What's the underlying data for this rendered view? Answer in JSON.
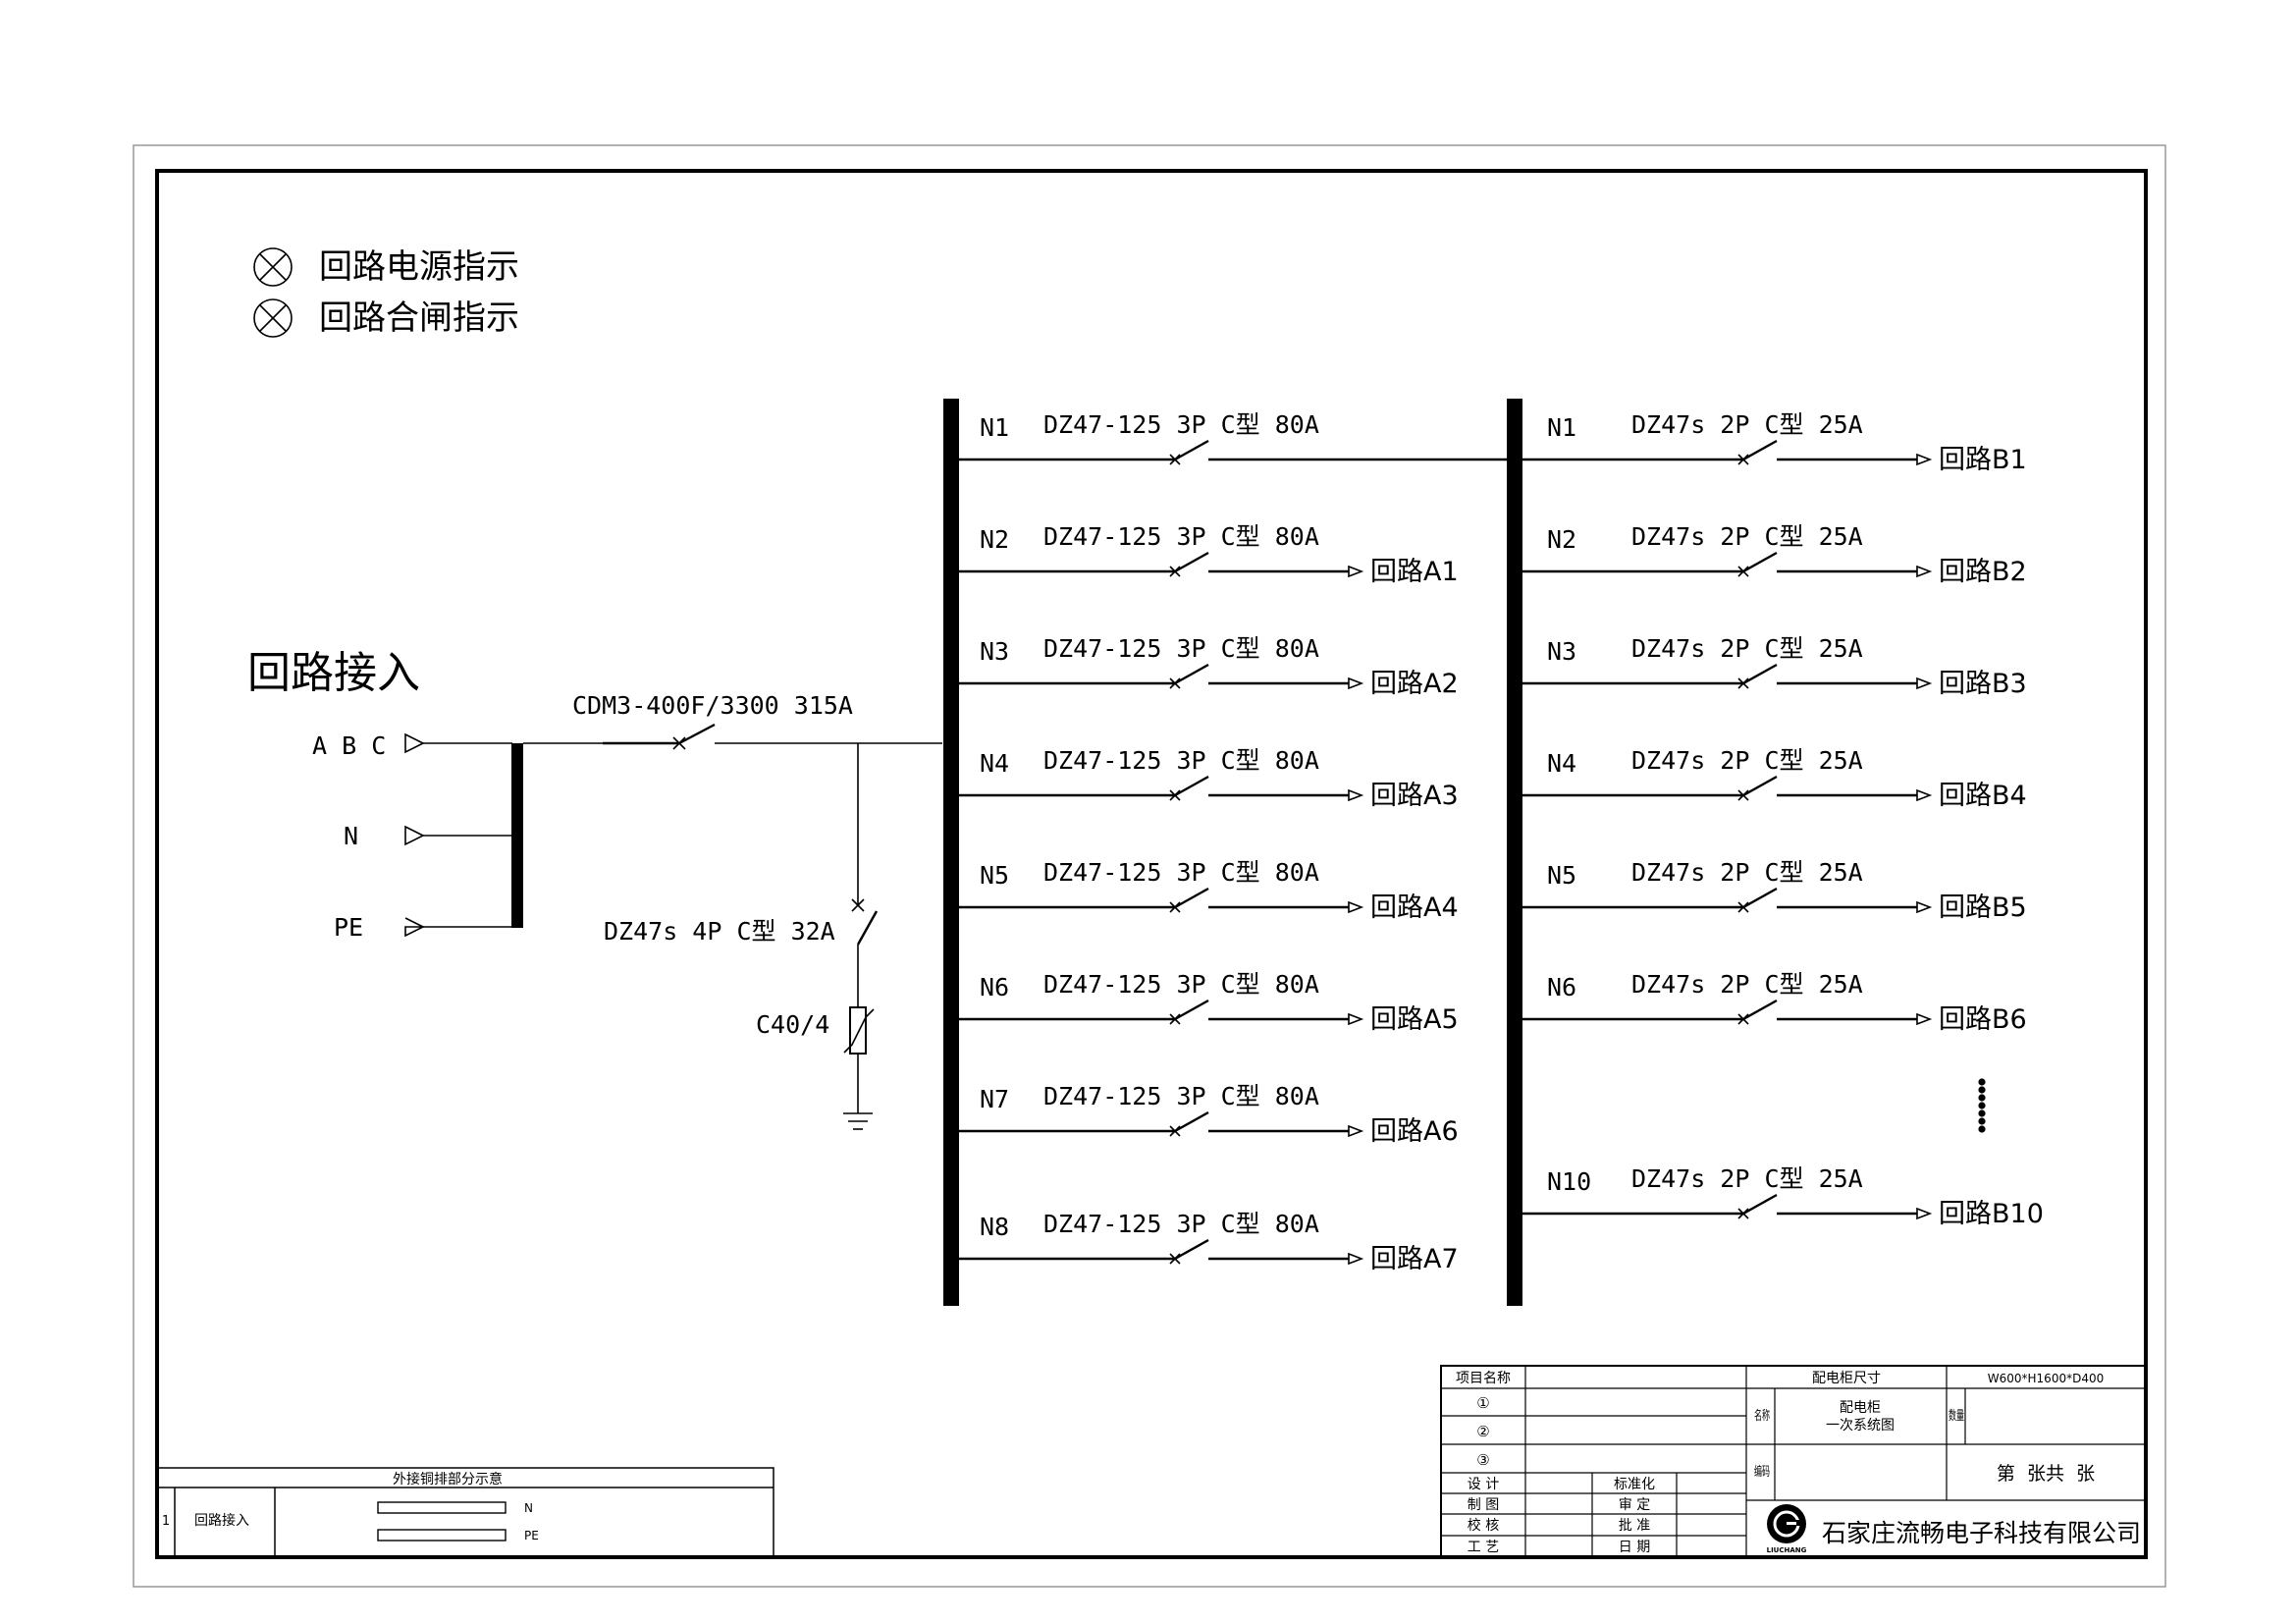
{
  "legend": {
    "items": [
      {
        "label": "回路电源指示",
        "icon": "indicator-lamp-icon"
      },
      {
        "label": "回路合闸指示",
        "icon": "indicator-lamp-icon"
      }
    ]
  },
  "incoming": {
    "title": "回路接入",
    "phases": [
      "A B C",
      "N",
      "PE"
    ],
    "main_breaker": "CDM3-400F/3300 315A",
    "spd_breaker": "DZ47s 4P C型 32A",
    "surge_protector": "C40/4"
  },
  "bus_a": {
    "feeders": [
      {
        "id": "N1",
        "breaker": "DZ47-125 3P C型 80A",
        "output": ""
      },
      {
        "id": "N2",
        "breaker": "DZ47-125 3P C型 80A",
        "output": "回路A1"
      },
      {
        "id": "N3",
        "breaker": "DZ47-125 3P C型 80A",
        "output": "回路A2"
      },
      {
        "id": "N4",
        "breaker": "DZ47-125 3P C型 80A",
        "output": "回路A3"
      },
      {
        "id": "N5",
        "breaker": "DZ47-125 3P C型 80A",
        "output": "回路A4"
      },
      {
        "id": "N6",
        "breaker": "DZ47-125 3P C型 80A",
        "output": "回路A5"
      },
      {
        "id": "N7",
        "breaker": "DZ47-125 3P C型 80A",
        "output": "回路A6"
      },
      {
        "id": "N8",
        "breaker": "DZ47-125 3P C型 80A",
        "output": "回路A7"
      }
    ]
  },
  "bus_b": {
    "feeders": [
      {
        "id": "N1",
        "breaker": "DZ47s 2P C型 25A",
        "output": "回路B1"
      },
      {
        "id": "N2",
        "breaker": "DZ47s 2P C型 25A",
        "output": "回路B2"
      },
      {
        "id": "N3",
        "breaker": "DZ47s 2P C型 25A",
        "output": "回路B3"
      },
      {
        "id": "N4",
        "breaker": "DZ47s 2P C型 25A",
        "output": "回路B4"
      },
      {
        "id": "N5",
        "breaker": "DZ47s 2P C型 25A",
        "output": "回路B5"
      },
      {
        "id": "N6",
        "breaker": "DZ47s 2P C型 25A",
        "output": "回路B6"
      },
      {
        "id": "N10",
        "breaker": "DZ47s 2P C型 25A",
        "output": "回路B10"
      }
    ]
  },
  "copper_table": {
    "title": "外接铜排部分示意",
    "row_no": "1",
    "row_name": "回路接入",
    "bar_labels": [
      "N",
      "PE"
    ]
  },
  "title_block": {
    "project_name_label": "项目名称",
    "item_marks": [
      "①",
      "②",
      "③"
    ],
    "cabinet_size_label": "配电柜尺寸",
    "cabinet_size_value": "W600*H1600*D400",
    "name_label": "名称",
    "name_value_1": "配电柜",
    "name_value_2": "一次系统图",
    "qty_label": "数量",
    "code_label": "编码",
    "sheet_text": "第  张共  张",
    "roles_left": [
      "设 计",
      "制 图",
      "校 核",
      "工 艺"
    ],
    "roles_right": [
      "标准化",
      "审 定",
      "批 准",
      "日 期"
    ],
    "company": "石家庄流畅电子科技有限公司",
    "logo_text": "LIUCHANG"
  }
}
